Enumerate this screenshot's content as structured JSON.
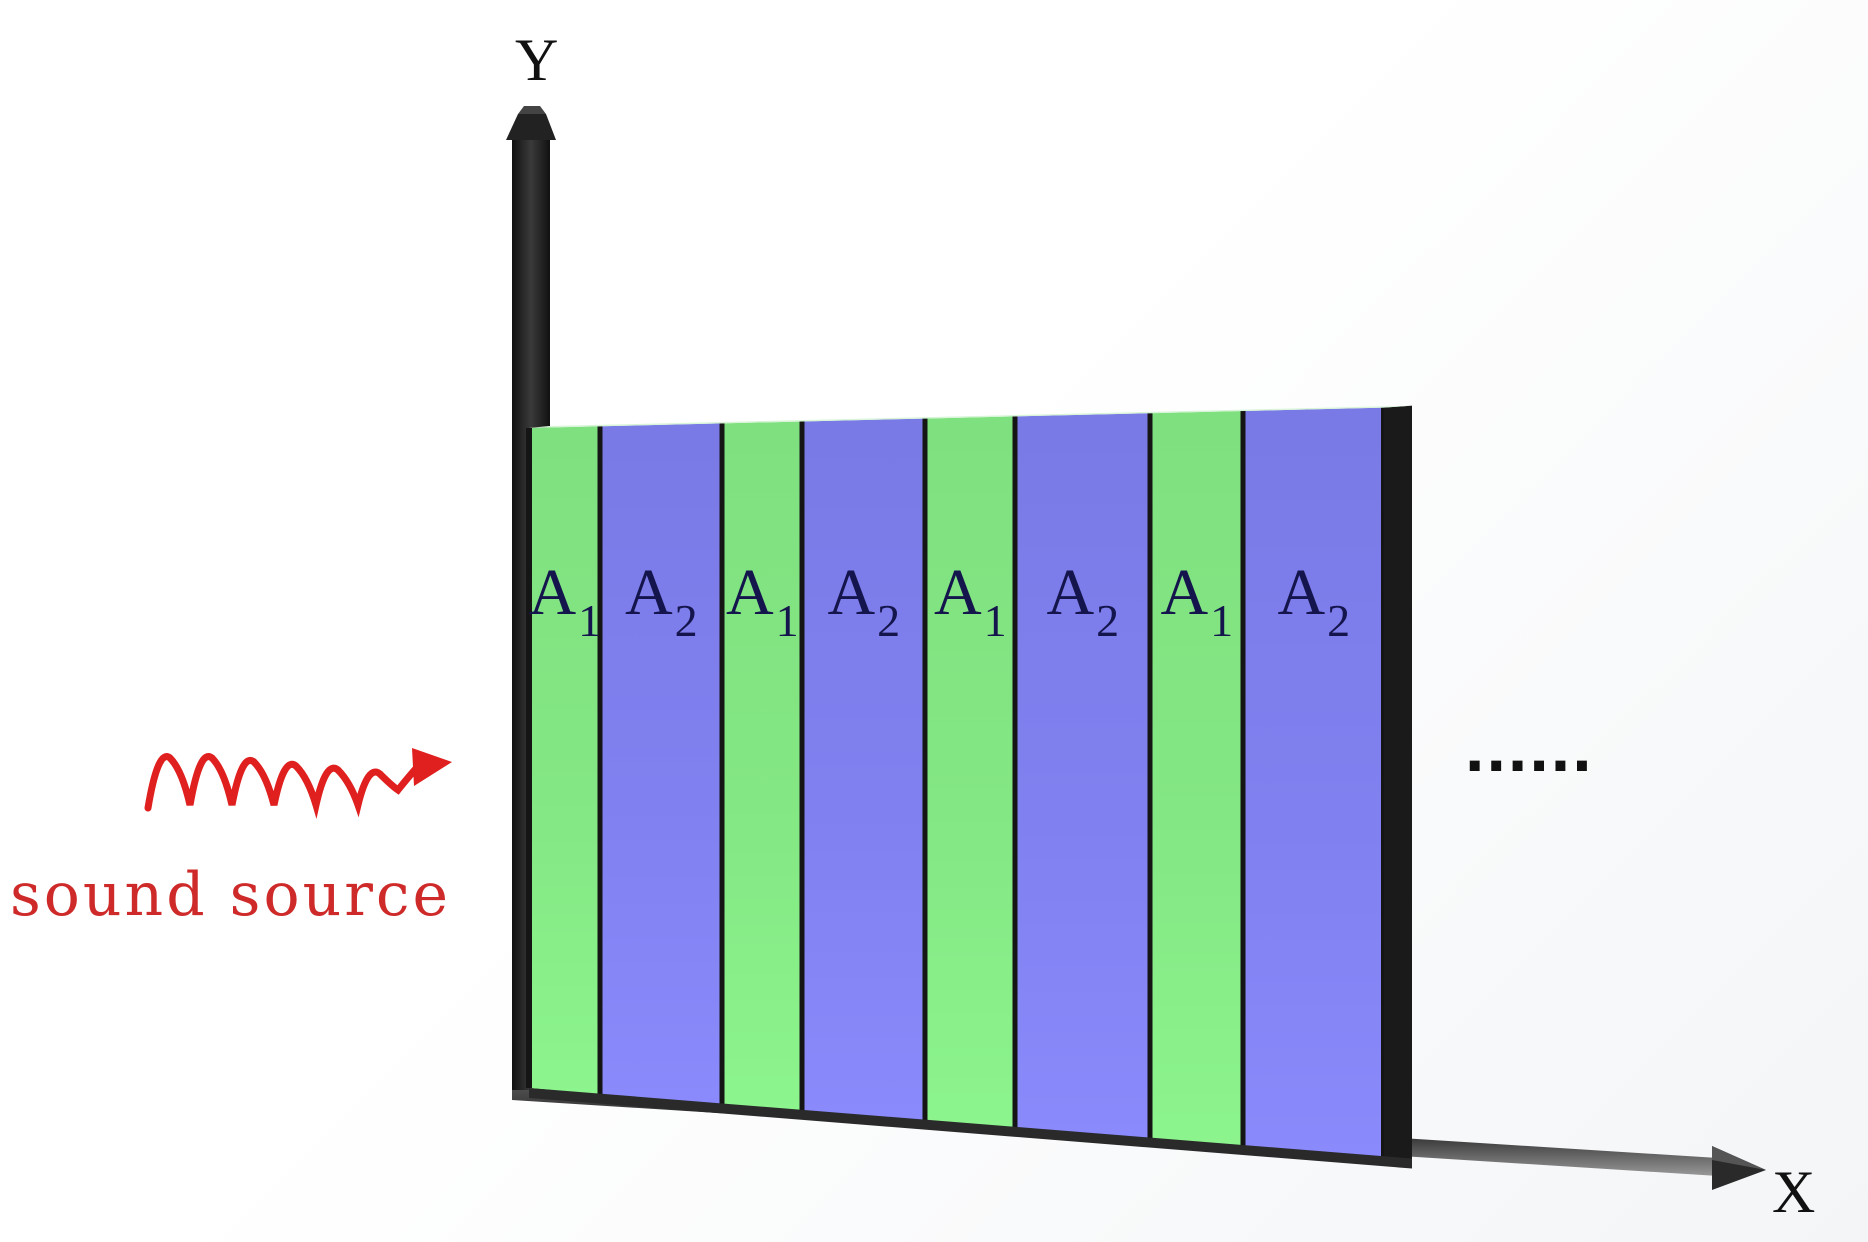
{
  "axes": {
    "y_label": "Y",
    "x_label": "X"
  },
  "source": {
    "label": "sound source",
    "color": "#e01f1f"
  },
  "continuation": "......",
  "layers": [
    {
      "material": "A",
      "index": "1",
      "color": "#86ea86"
    },
    {
      "material": "A",
      "index": "2",
      "color": "#7f7fef"
    },
    {
      "material": "A",
      "index": "1",
      "color": "#86ea86"
    },
    {
      "material": "A",
      "index": "2",
      "color": "#7f7fef"
    },
    {
      "material": "A",
      "index": "1",
      "color": "#86ea86"
    },
    {
      "material": "A",
      "index": "2",
      "color": "#7f7fef"
    },
    {
      "material": "A",
      "index": "1",
      "color": "#86ea86"
    },
    {
      "material": "A",
      "index": "2",
      "color": "#7f7fef"
    }
  ]
}
